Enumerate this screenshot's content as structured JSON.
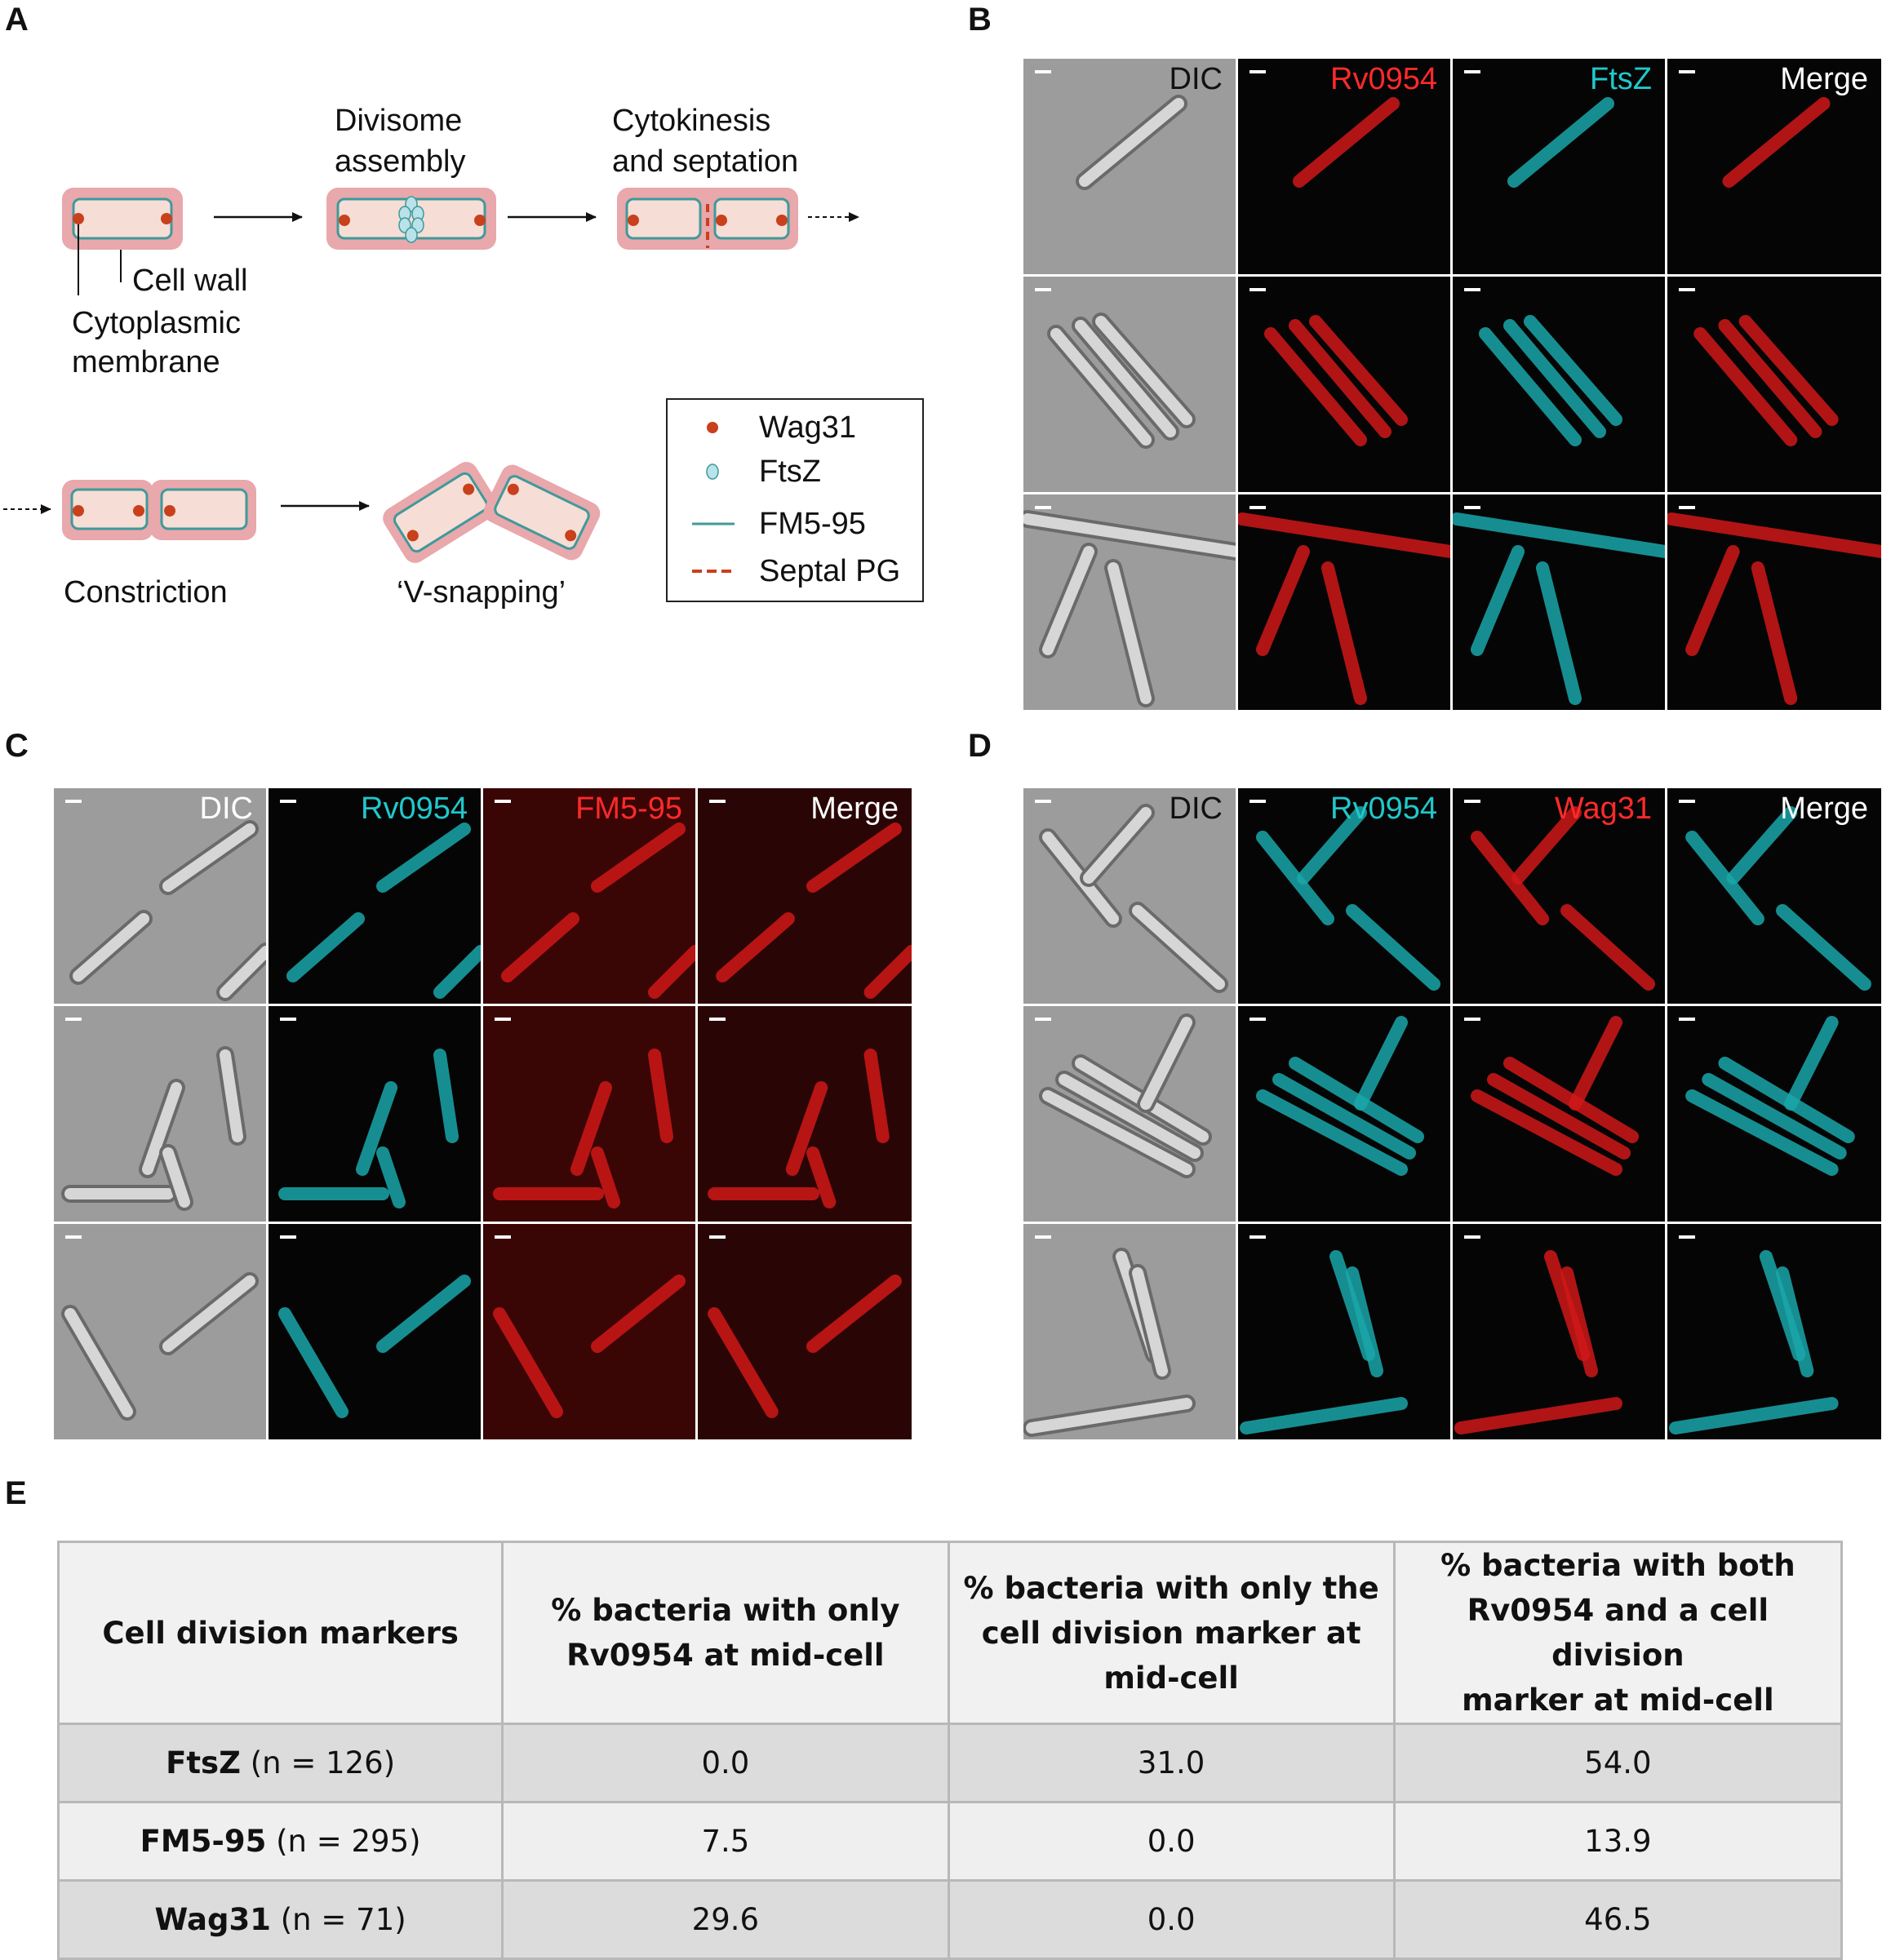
{
  "panel_labels": {
    "a": "A",
    "b": "B",
    "c": "C",
    "d": "D",
    "e": "E"
  },
  "panel_a": {
    "stage_divisome": [
      "Divisome",
      "assembly"
    ],
    "stage_cytokinesis": [
      "Cytokinesis",
      "and septation"
    ],
    "label_cell_wall": "Cell wall",
    "label_membrane": [
      "Cytoplasmic",
      "membrane"
    ],
    "stage_constriction": "Constriction",
    "stage_vsnap": "‘V-snapping’",
    "legend": [
      {
        "symbol": "wag31-dot",
        "label": "Wag31"
      },
      {
        "symbol": "ftsz-ellipse",
        "label": "FtsZ"
      },
      {
        "symbol": "fm595-line",
        "label": "FM5-95"
      },
      {
        "symbol": "septal-dash",
        "label": "Septal PG"
      }
    ],
    "colors": {
      "cell_fill": "#f6ddd6",
      "cell_halo": "#e8a8ac",
      "membrane": "#3f9a9a",
      "wag31": "#c8401c",
      "ftsz": "#b9e2ea",
      "septal_pg": "#c8401c"
    }
  },
  "panel_b": {
    "channels": [
      "DIC",
      "Rv0954",
      "FtsZ",
      "Merge"
    ],
    "channel_colors": [
      "#111111",
      "#ff2a2a",
      "#20c8cc",
      "#ffffff"
    ]
  },
  "panel_c": {
    "channels": [
      "DIC",
      "Rv0954",
      "FM5-95",
      "Merge"
    ],
    "channel_colors": [
      "#ffffff",
      "#20c8cc",
      "#ff2a2a",
      "#ffffff"
    ]
  },
  "panel_d": {
    "channels": [
      "DIC",
      "Rv0954",
      "Wag31",
      "Merge"
    ],
    "channel_colors": [
      "#111111",
      "#20c8cc",
      "#ff2a2a",
      "#ffffff"
    ]
  },
  "table": {
    "headers": [
      [
        "Cell division markers"
      ],
      [
        "% bacteria with only",
        "Rv0954 at mid-cell"
      ],
      [
        "% bacteria with only the",
        "cell division marker at",
        "mid-cell"
      ],
      [
        "% bacteria with both",
        "Rv0954 and a cell division",
        "marker at mid-cell"
      ]
    ],
    "rows": [
      {
        "marker": "FtsZ",
        "n": "(n = 126)",
        "only_rv0954": "0.0",
        "only_marker": "31.0",
        "both": "54.0"
      },
      {
        "marker": "FM5-95",
        "n": "(n = 295)",
        "only_rv0954": "7.5",
        "only_marker": "0.0",
        "both": "13.9"
      },
      {
        "marker": "Wag31",
        "n": "(n = 71)",
        "only_rv0954": "29.6",
        "only_marker": "0.0",
        "both": "46.5"
      }
    ]
  }
}
